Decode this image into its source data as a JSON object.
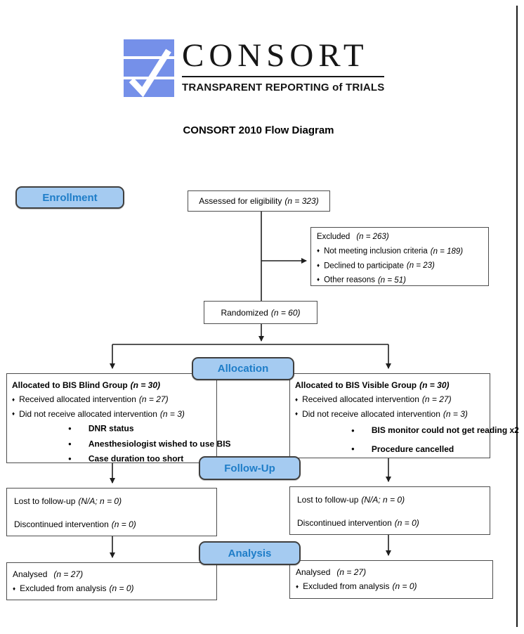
{
  "logo": {
    "wordmark": "CONSORT",
    "tagline": "TRANSPARENT REPORTING of TRIALS"
  },
  "title": "CONSORT 2010 Flow Diagram",
  "glyphs": {
    "diamond": "♦",
    "dot": "●"
  },
  "colors": {
    "logo_blue": "#7590e9",
    "badge_fill": "#a5cbf1",
    "badge_border": "#3f3f3f",
    "badge_text": "#1e7dc8",
    "box_border": "#4d4d4d",
    "line_color": "#1f1f1f"
  },
  "stages": {
    "enrollment": "Enrollment",
    "allocation": "Allocation",
    "follow_up": "Follow-Up",
    "analysis": "Analysis"
  },
  "boxes": {
    "assessed": {
      "label": "Assessed for eligibility",
      "n": "(n = 323)"
    },
    "excluded": {
      "title": "Excluded",
      "title_n": "(n = 263)",
      "items": [
        {
          "label": "Not meeting inclusion criteria",
          "n": "(n = 189)"
        },
        {
          "label": "Declined to participate",
          "n": "(n = 23)"
        },
        {
          "label": "Other reasons",
          "n": "(n = 51)"
        }
      ]
    },
    "randomized": {
      "label": "Randomized",
      "n": "(n = 60)"
    },
    "allocation_left": {
      "title": "Allocated to BIS Blind Group",
      "title_n": "(n = 30)",
      "items": [
        {
          "label": "Received allocated intervention",
          "n": "(n = 27)"
        },
        {
          "label": "Did not receive allocated intervention",
          "n": "(n = 3)"
        }
      ],
      "reasons": [
        "DNR status",
        "Anesthesiologist wished to use BIS",
        "Case duration too short"
      ]
    },
    "allocation_right": {
      "title": "Allocated to BIS Visible Group",
      "title_n": "(n = 30)",
      "items": [
        {
          "label": "Received allocated intervention",
          "n": "(n = 27)"
        },
        {
          "label": "Did not receive allocated intervention",
          "n": "(n = 3)"
        }
      ],
      "reasons": [
        "BIS monitor could not get reading x2",
        "Procedure cancelled"
      ]
    },
    "followup_left": {
      "lines": [
        {
          "label": "Lost to follow-up",
          "n": "(N/A; n = 0)"
        },
        {
          "label": "Discontinued intervention",
          "n": "(n = 0)"
        }
      ]
    },
    "followup_right": {
      "lines": [
        {
          "label": "Lost to follow-up",
          "n": "(N/A; n = 0)"
        },
        {
          "label": "Discontinued intervention",
          "n": "(n = 0)"
        }
      ]
    },
    "analysis_left": {
      "title": "Analysed",
      "title_n": "(n = 27)",
      "items": [
        {
          "label": "Excluded from analysis",
          "n": "(n = 0)"
        }
      ]
    },
    "analysis_right": {
      "title": "Analysed",
      "title_n": "(n = 27)",
      "items": [
        {
          "label": "Excluded from analysis",
          "n": "(n = 0)"
        }
      ]
    }
  }
}
